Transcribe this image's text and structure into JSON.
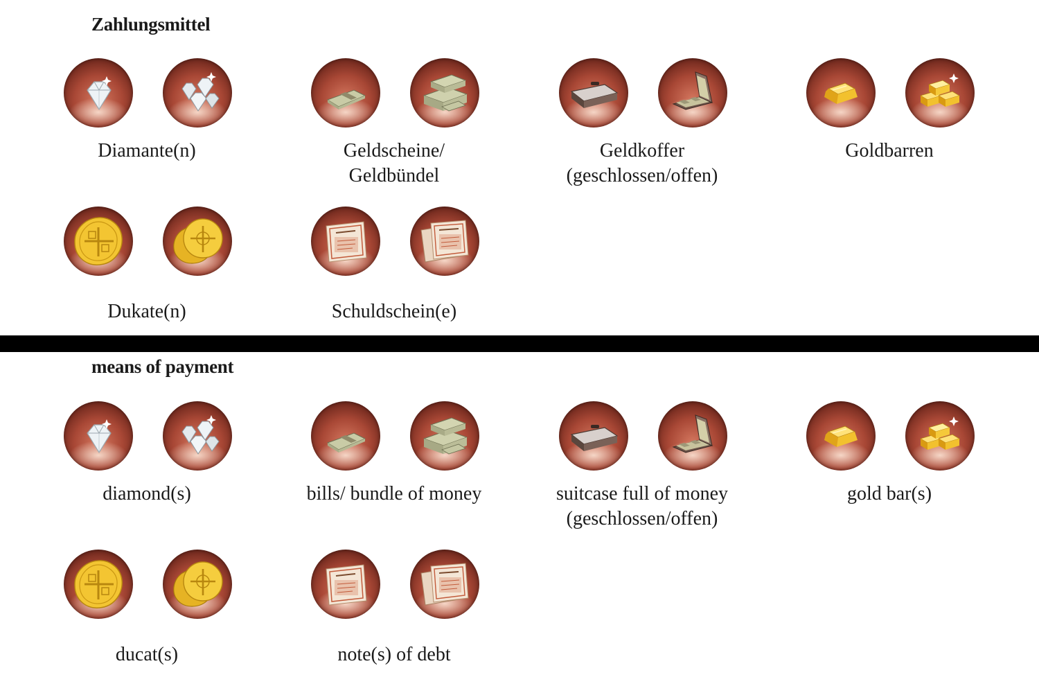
{
  "sections": [
    {
      "title": "Zahlungsmittel",
      "items": [
        {
          "name": "diamond",
          "label": [
            "Diamante(n)"
          ],
          "icons": [
            "diamond-single-icon",
            "diamond-group-icon"
          ]
        },
        {
          "name": "money",
          "label": [
            "Geldscheine/",
            "Geldbündel"
          ],
          "icons": [
            "banknote-bundle-icon",
            "banknote-stack-icon"
          ]
        },
        {
          "name": "suitcase",
          "label": [
            "Geldkoffer",
            "(geschlossen/offen)"
          ],
          "icons": [
            "suitcase-closed-icon",
            "suitcase-open-icon"
          ]
        },
        {
          "name": "goldbar",
          "label": [
            "Goldbarren"
          ],
          "icons": [
            "gold-bar-icon",
            "gold-bar-stack-icon"
          ]
        },
        {
          "name": "ducat",
          "label": [
            "Dukate(n)"
          ],
          "icons": [
            "ducat-single-icon",
            "ducat-pile-icon"
          ]
        },
        {
          "name": "debt-note",
          "label": [
            "Schuldschein(e)"
          ],
          "icons": [
            "debt-note-icon",
            "debt-notes-icon"
          ]
        }
      ]
    },
    {
      "title": "means of payment",
      "items": [
        {
          "name": "diamond",
          "label": [
            "diamond(s)"
          ],
          "icons": [
            "diamond-single-icon",
            "diamond-group-icon"
          ]
        },
        {
          "name": "money",
          "label": [
            "bills/ bundle of money"
          ],
          "icons": [
            "banknote-bundle-icon",
            "banknote-stack-icon"
          ]
        },
        {
          "name": "suitcase",
          "label": [
            "suitcase full of money",
            "(geschlossen/offen)"
          ],
          "icons": [
            "suitcase-closed-icon",
            "suitcase-open-icon"
          ]
        },
        {
          "name": "goldbar",
          "label": [
            "gold bar(s)"
          ],
          "icons": [
            "gold-bar-icon",
            "gold-bar-stack-icon"
          ]
        },
        {
          "name": "ducat",
          "label": [
            "ducat(s)"
          ],
          "icons": [
            "ducat-single-icon",
            "ducat-pile-icon"
          ]
        },
        {
          "name": "debt-note",
          "label": [
            "note(s) of debt"
          ],
          "icons": [
            "debt-note-icon",
            "debt-notes-icon"
          ]
        }
      ]
    }
  ],
  "colors": {
    "divider": "#000000",
    "text": "#1a1a1a",
    "icon_bg": "#a84735",
    "gold": "#f2c12e",
    "silver": "#e8eef2"
  }
}
